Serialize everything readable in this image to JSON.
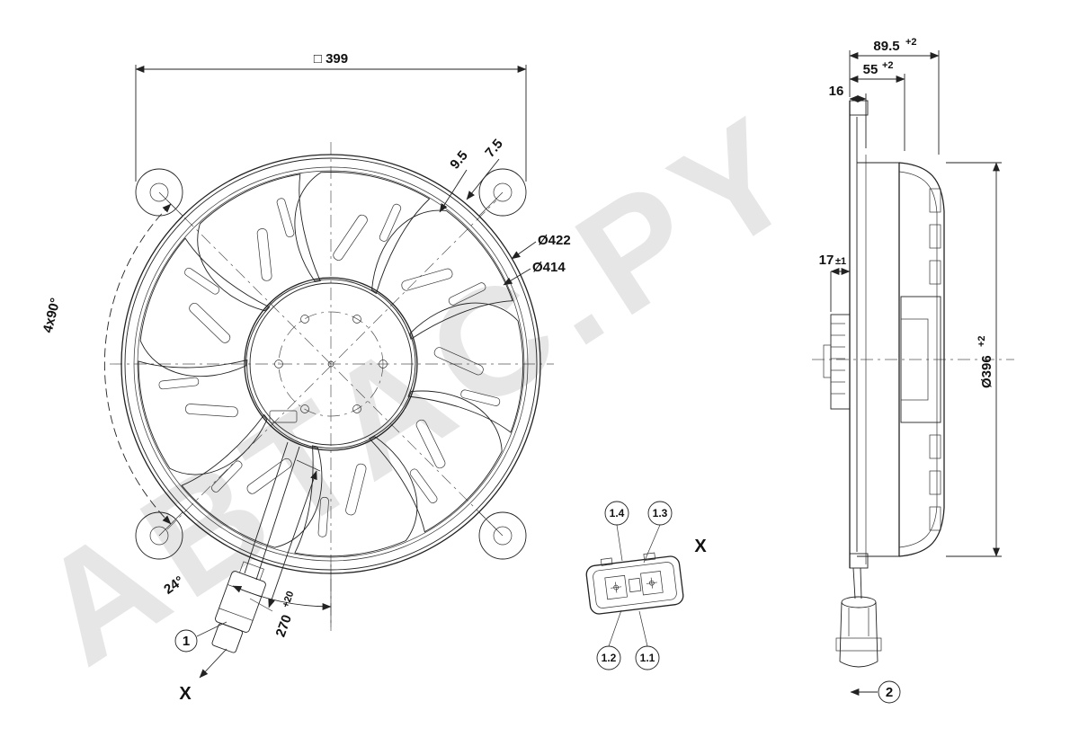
{
  "drawing": {
    "watermark": "ABTAC.PY",
    "front_view": {
      "dim_square": "□ 399",
      "dim_ring_outer": "9.5",
      "dim_ring_inner": "7.5",
      "dia_outer": "Ø422",
      "dia_inner": "Ø414",
      "angle_holes": "4x90°",
      "angle_cable": "24°",
      "cable_length": "270",
      "cable_length_tol": "+20",
      "balloon_1": "1",
      "view_arrow": "X"
    },
    "side_view": {
      "dim_depth_total": "89.5",
      "dim_depth_total_tol": "+2",
      "dim_depth_housing": "55",
      "dim_depth_housing_tol": "+2",
      "dim_flange": "16",
      "dim_motor": "17",
      "dim_motor_tol": "±1",
      "dia_ring": "Ø396",
      "dia_ring_tol": "+2",
      "balloon_2": "2"
    },
    "detail_x": {
      "title": "X",
      "callout_1_4": "1.4",
      "callout_1_3": "1.3",
      "callout_1_2": "1.2",
      "callout_1_1": "1.1"
    }
  }
}
